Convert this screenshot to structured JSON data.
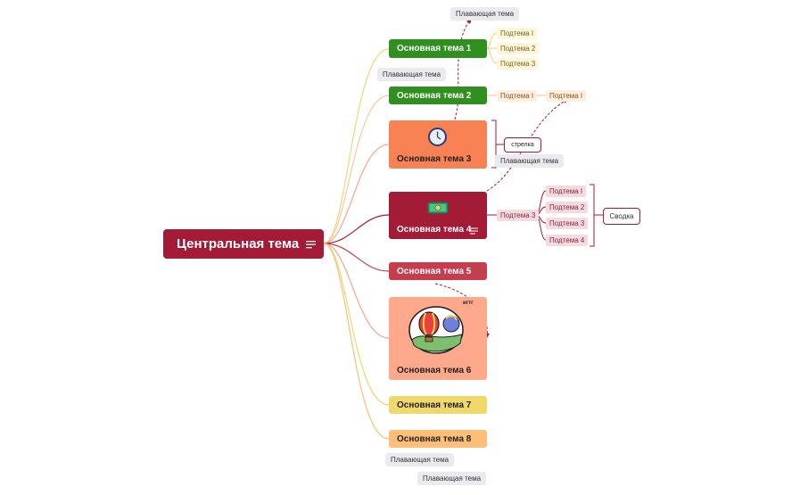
{
  "central": {
    "label": "Центральная тема"
  },
  "topics": [
    {
      "label": "Основная тема 1",
      "color": "#2f8f1f"
    },
    {
      "label": "Основная тема 2",
      "color": "#2f8f1f"
    },
    {
      "label": "Основная тема 3",
      "color": "#f98254"
    },
    {
      "label": "Основная тема 4",
      "color": "#a31b36"
    },
    {
      "label": "Основная тема 5",
      "color": "#c63d4d"
    },
    {
      "label": "Основная тема 6",
      "color": "#fea98c"
    },
    {
      "label": "Основная тема 7",
      "color": "#f0d86b"
    },
    {
      "label": "Основная тема 8",
      "color": "#fdbf77"
    }
  ],
  "subtopics_t1": [
    "Подтема I",
    "Подтема 2",
    "Подтема 3"
  ],
  "subtopics_t2": [
    "Подтема I",
    "Подтема I"
  ],
  "subtopic_t4": "Подтема 3",
  "subtopics_t4_children": [
    "Подтема I",
    "Подтема 2",
    "Подтема 3",
    "Подтема 4"
  ],
  "summary": "Сводка",
  "callout": "стрелка",
  "arrow_label": "игтг",
  "floating": [
    "Плавающая тема",
    "Плавающая тема",
    "Плавающая тема",
    "Плавающая тема",
    "Плавающая тема"
  ],
  "icons": [
    "notes-lines-icon",
    "clock-icon",
    "money-icon",
    "hot-air-balloon-icon"
  ]
}
